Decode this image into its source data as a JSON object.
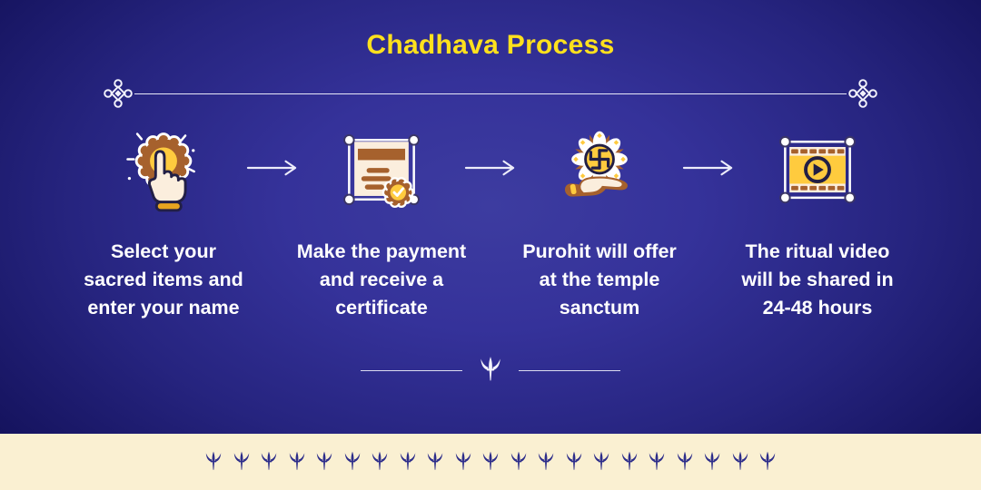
{
  "title": "Chadhava Process",
  "steps": [
    {
      "icon": "tap-select-icon",
      "label": "Select your\nsacred items and\nenter your name"
    },
    {
      "icon": "certificate-icon",
      "label": "Make the payment\nand receive a\ncertificate"
    },
    {
      "icon": "offering-hand-icon",
      "label": "Purohit will offer\nat the temple\nsanctum"
    },
    {
      "icon": "ritual-video-icon",
      "label": "The ritual video\nwill be shared in\n24-48 hours"
    }
  ],
  "arrow_count": 3,
  "footer": {
    "icon": "trishul-icon",
    "trident_count": 21
  },
  "colors": {
    "background_center": "#3c3b9d",
    "background_edge": "#02023a",
    "title": "#ffe11d",
    "step_text": "#ffffff",
    "divider_line": "#e8e8f8",
    "footer_background": "#faf0d2",
    "footer_trident": "#2d2d8a",
    "icon_brown": "#a6612d",
    "icon_gold": "#ffcb3e",
    "icon_cream": "#fbeedd",
    "icon_outline": "#221f45"
  }
}
